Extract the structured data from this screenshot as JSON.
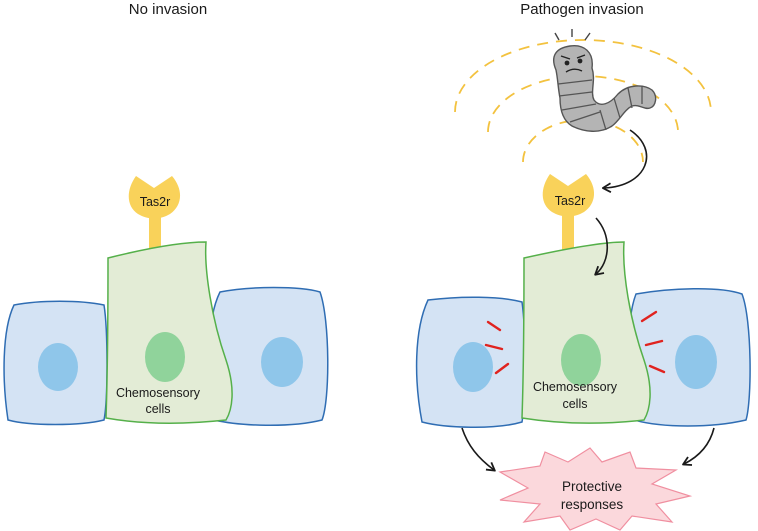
{
  "panels": {
    "left": {
      "title": "No invasion",
      "receptor_label": "Tas2r",
      "cell_label_line1": "Chemosensory",
      "cell_label_line2": "cells"
    },
    "right": {
      "title": "Pathogen invasion",
      "receptor_label": "Tas2r",
      "cell_label_line1": "Chemosensory",
      "cell_label_line2": "cells",
      "outcome_line1": "Protective",
      "outcome_line2": "responses"
    }
  },
  "colors": {
    "neighbor_cell_fill": "#d4e3f4",
    "neighbor_cell_stroke": "#2f6db3",
    "neighbor_nucleus": "#8fc6ea",
    "chemosensory_fill": "#e3ecd6",
    "chemosensory_stroke": "#55b04a",
    "chemosensory_nucleus": "#90d39b",
    "receptor": "#f9d25a",
    "signal_waves": "#f3c23f",
    "signal_marks": "#e0231f",
    "outcome_burst_fill": "#fbd8dc",
    "outcome_burst_stroke": "#f08fa0",
    "pathogen_body": "#b4b4b4",
    "pathogen_stroke": "#555555"
  }
}
